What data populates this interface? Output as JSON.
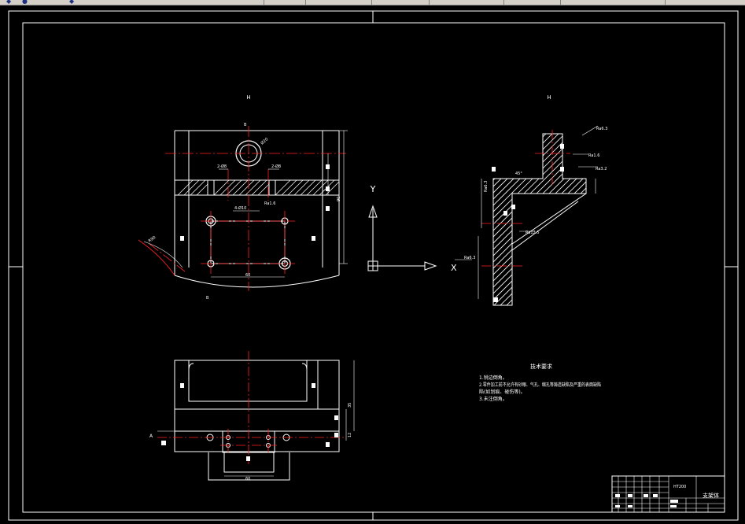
{
  "toolbar": {
    "icon_names": [
      "toolbar-icon-a",
      "toolbar-icon-b",
      "toolbar-icon-c"
    ]
  },
  "views": {
    "front_label": "H",
    "side_label": "H"
  },
  "front_view": {
    "section_marks": [
      "B",
      "B"
    ],
    "dim_diameter": "Ø20",
    "dim_left": "2-Ø8",
    "dim_right": "2-Ø8",
    "dim_holes": "4-Ø10",
    "roughness": "Ra1.6",
    "dim_bottom": "60",
    "dim_radius": "R90",
    "dim_height": "90"
  },
  "side_view": {
    "roughness_labels": [
      "Ra6.3",
      "Ra1.6",
      "Ra3.2",
      "Ra6.3",
      "Ra12.5",
      "Ra6.3"
    ],
    "angle": "45°"
  },
  "bottom_view": {
    "section_mark": "A",
    "dim_width": "60",
    "dim_h1": "35",
    "dim_h2": "12"
  },
  "axes": {
    "y_label": "Y",
    "x_label": "X"
  },
  "technical_requirements": {
    "title": "技术要求",
    "lines": [
      "1.锐边倒角。",
      "2.零件加工前不允许有砂眼、气孔、缩孔等铸造缺陷及严重的表面缺陷",
      "陷(如划痕、碰伤等)。",
      "3.未注倒角。"
    ]
  },
  "title_block": {
    "part_name": "支架体",
    "material": "HT200"
  },
  "colors": {
    "background": "#000000",
    "line": "#ffffff",
    "center_line": "#ff2020",
    "hatch": "#ffffff"
  }
}
